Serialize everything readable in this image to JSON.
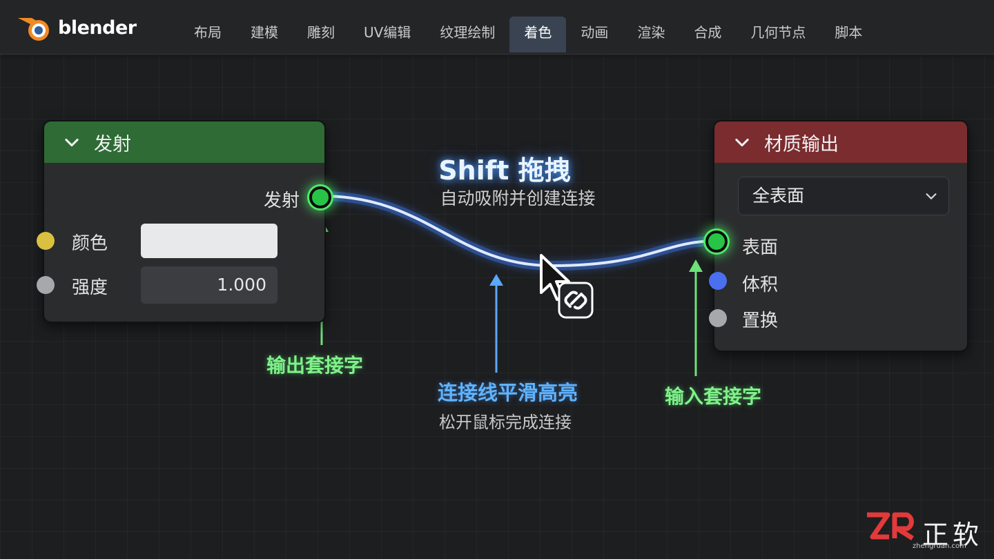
{
  "app": {
    "logo_text": "blender"
  },
  "menu": [
    {
      "label": "布局",
      "active": false
    },
    {
      "label": "建模",
      "active": false
    },
    {
      "label": "雕刻",
      "active": false
    },
    {
      "label": "UV编辑",
      "active": false
    },
    {
      "label": "纹理绘制",
      "active": false
    },
    {
      "label": "着色",
      "active": true
    },
    {
      "label": "动画",
      "active": false
    },
    {
      "label": "渲染",
      "active": false
    },
    {
      "label": "合成",
      "active": false
    },
    {
      "label": "几何节点",
      "active": false
    },
    {
      "label": "脚本",
      "active": false
    }
  ],
  "emission_node": {
    "title": "发射",
    "output_label": "发射",
    "color_label": "颜色",
    "strength_label": "强度",
    "strength_value": "1.000",
    "header_color": "#2e6b35",
    "swatch_color": "#e8e9ea"
  },
  "output_node": {
    "title": "材质输出",
    "target_value": "全表面",
    "surface_label": "表面",
    "volume_label": "体积",
    "displacement_label": "置换",
    "header_color": "#7a2c2f"
  },
  "overlay": {
    "title": "Shift 拖拽",
    "subtitle": "自动吸附并创建连接",
    "output_socket_note": "输出套接字",
    "link_note": "连接线平滑高亮",
    "link_note_sub": "松开鼠标完成连接",
    "input_socket_note": "输入套接字"
  },
  "icons": {
    "cursor": "arrow-cursor-icon",
    "link": "link-chain-icon",
    "collapse": "chevron-down-icon"
  },
  "colors": {
    "accent_blue": "#5fb3ff",
    "accent_green": "#7ff28a",
    "socket_yellow": "#d9c040",
    "socket_gray": "#a7a8ab",
    "socket_blue": "#4a6ff0"
  },
  "watermark": {
    "cn": "正软",
    "url": "zhengruan.com"
  }
}
